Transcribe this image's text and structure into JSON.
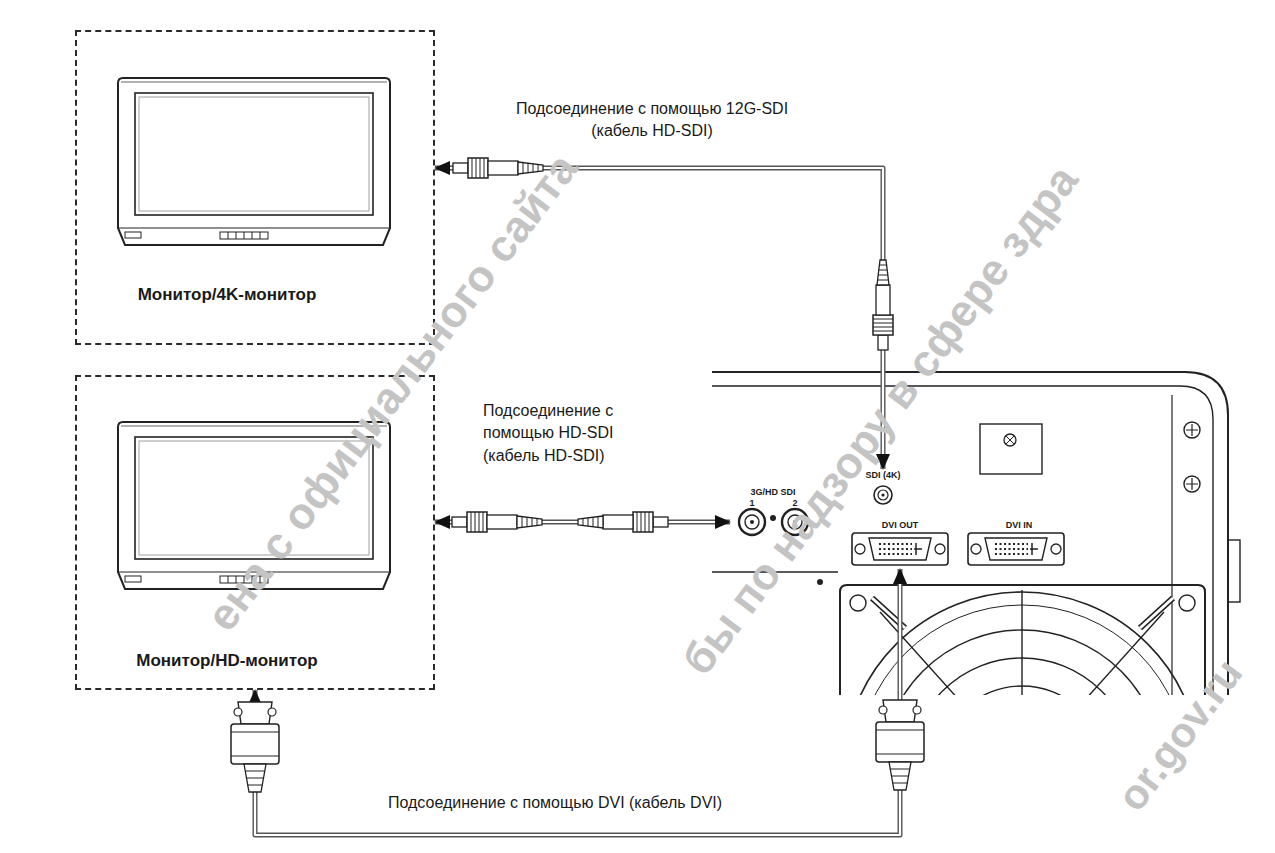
{
  "diagram": {
    "nodes": [
      {
        "text": [
          "Монитор/4K-монитор"
        ]
      },
      {
        "text": [
          "Монитор/HD-монитор"
        ]
      },
      {
        "text": [
          "SDI (4K)"
        ]
      },
      {
        "text": [
          "3G/HD SDI",
          "1",
          "2"
        ]
      },
      {
        "text": [
          "DVI OUT"
        ]
      },
      {
        "text": [
          "DVI IN"
        ]
      }
    ],
    "edges": [
      {
        "from": 2,
        "to": 0,
        "arrow": "both",
        "label": "Подсоединение с помощью 12G-SDI (кабель HD-SDI)"
      },
      {
        "from": 3,
        "to": 1,
        "arrow": "both",
        "label": "Подсоединение с помощью HD-SDI (кабель HD-SDI)"
      },
      {
        "from": 4,
        "to": 1,
        "arrow": "both",
        "label": "Подсоединение с помощью DVI (кабель DVI)"
      }
    ],
    "labels": [
      "ена с официального сайта",
      "бы по надзору в сфере здра",
      "or.gov.ru"
    ]
  }
}
